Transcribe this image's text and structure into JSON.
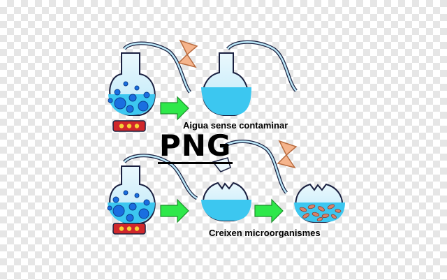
{
  "captions": {
    "top": "Aigua sense contaminar",
    "bottom": "Creixen microorganismes"
  },
  "watermark": "PNG",
  "colors": {
    "water": "#3cc7f0",
    "water_light": "#bde9f9",
    "bubbles": "#1a6fe0",
    "arrow": "#2ee84a",
    "hourglass": "#f5b48c",
    "heater": "#d0272b",
    "heater_dots": "#f7d337",
    "microbes": "#d9826a",
    "outline": "#1a2040"
  },
  "icons": [
    "flask-icon",
    "arrow-right-icon",
    "hourglass-icon",
    "heater-icon",
    "broken-neck-icon"
  ]
}
